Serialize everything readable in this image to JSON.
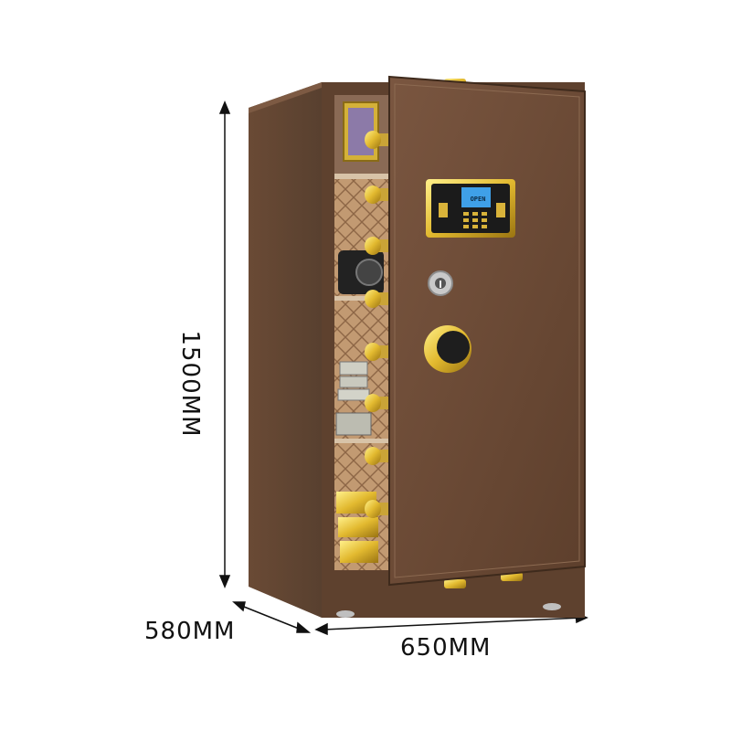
{
  "dimensions": {
    "height_label": "1500MM",
    "depth_label": "580MM",
    "width_label": "650MM"
  },
  "keypad": {
    "display_text": "OPEN"
  },
  "colors": {
    "body": "#6b4a33",
    "body_dark": "#4e3423",
    "gold": "#d9b33a",
    "interior": "#b98f6a"
  }
}
